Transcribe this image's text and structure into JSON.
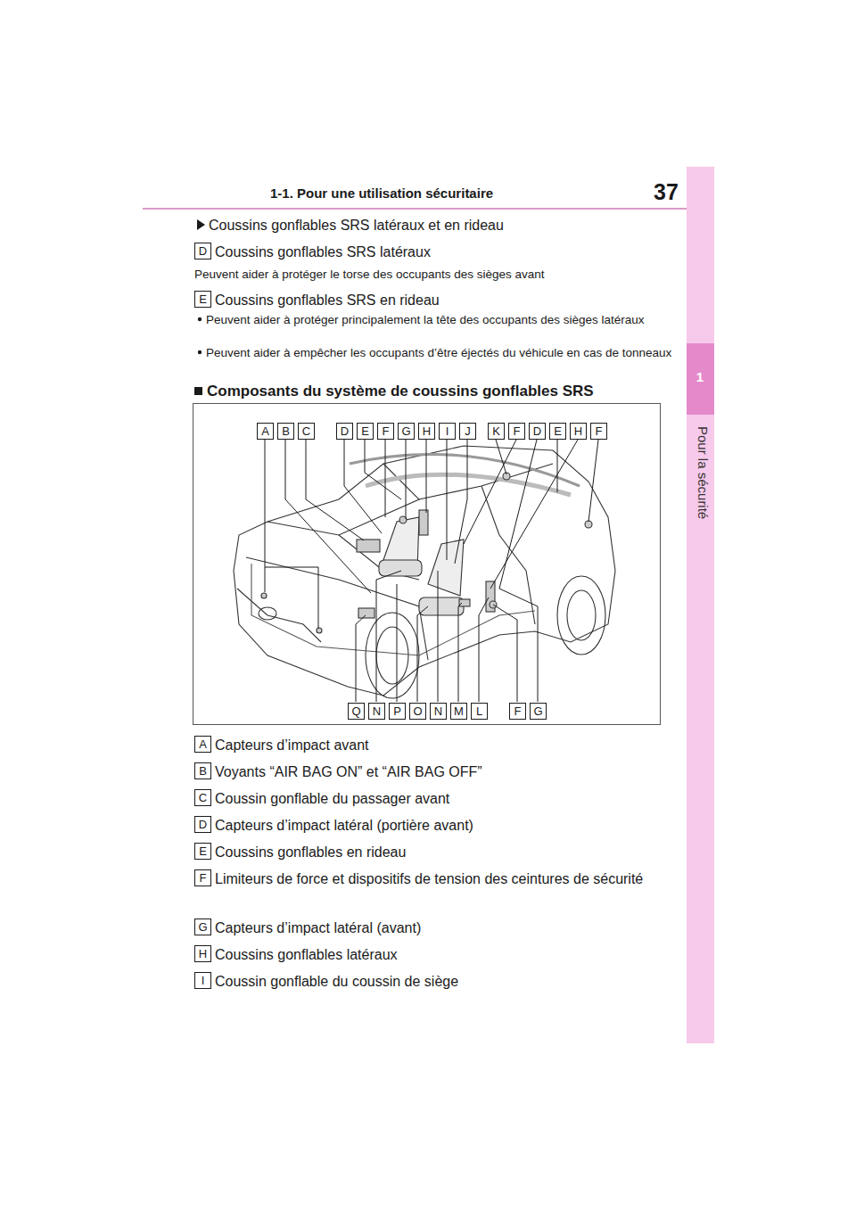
{
  "diagram": {
    "labels": [
      "37",
      "1-1. Pour une utilisation sécuritaire",
      "1",
      "Pour la sécurité",
      "Coussins gonflables SRS latéraux et en rideau",
      "D",
      "Coussins gonflables SRS latéraux",
      "Peuvent aider à protéger le torse des occupants des sièges avant",
      "E",
      "Coussins gonflables SRS en rideau",
      "Peuvent aider à protéger principalement la tête des occupants des sièges latéraux",
      "Peuvent aider à empêcher les occupants d’être éjectés du véhicule en cas de tonneaux",
      "Composants du système de coussins gonflables SRS",
      "A",
      "B",
      "C",
      "D",
      "E",
      "F",
      "G",
      "H",
      "I",
      "J",
      "K",
      "F",
      "D",
      "E",
      "H",
      "F",
      "Q",
      "N",
      "P",
      "O",
      "N",
      "M",
      "L",
      "F",
      "G",
      "A",
      "Capteurs d’impact avant",
      "B",
      "Voyants “AIR BAG ON” et “AIR BAG OFF”",
      "C",
      "Coussin gonflable du passager avant",
      "D",
      "Capteurs d’impact latéral (portière avant)",
      "E",
      "Coussins gonflables en rideau",
      "F",
      "Limiteurs de force et dispositifs de tension des ceintures de sécurité",
      "G",
      "Capteurs d’impact latéral (avant)",
      "H",
      "Coussins gonflables latéraux",
      "I",
      "Coussin gonflable du coussin de siège"
    ]
  }
}
